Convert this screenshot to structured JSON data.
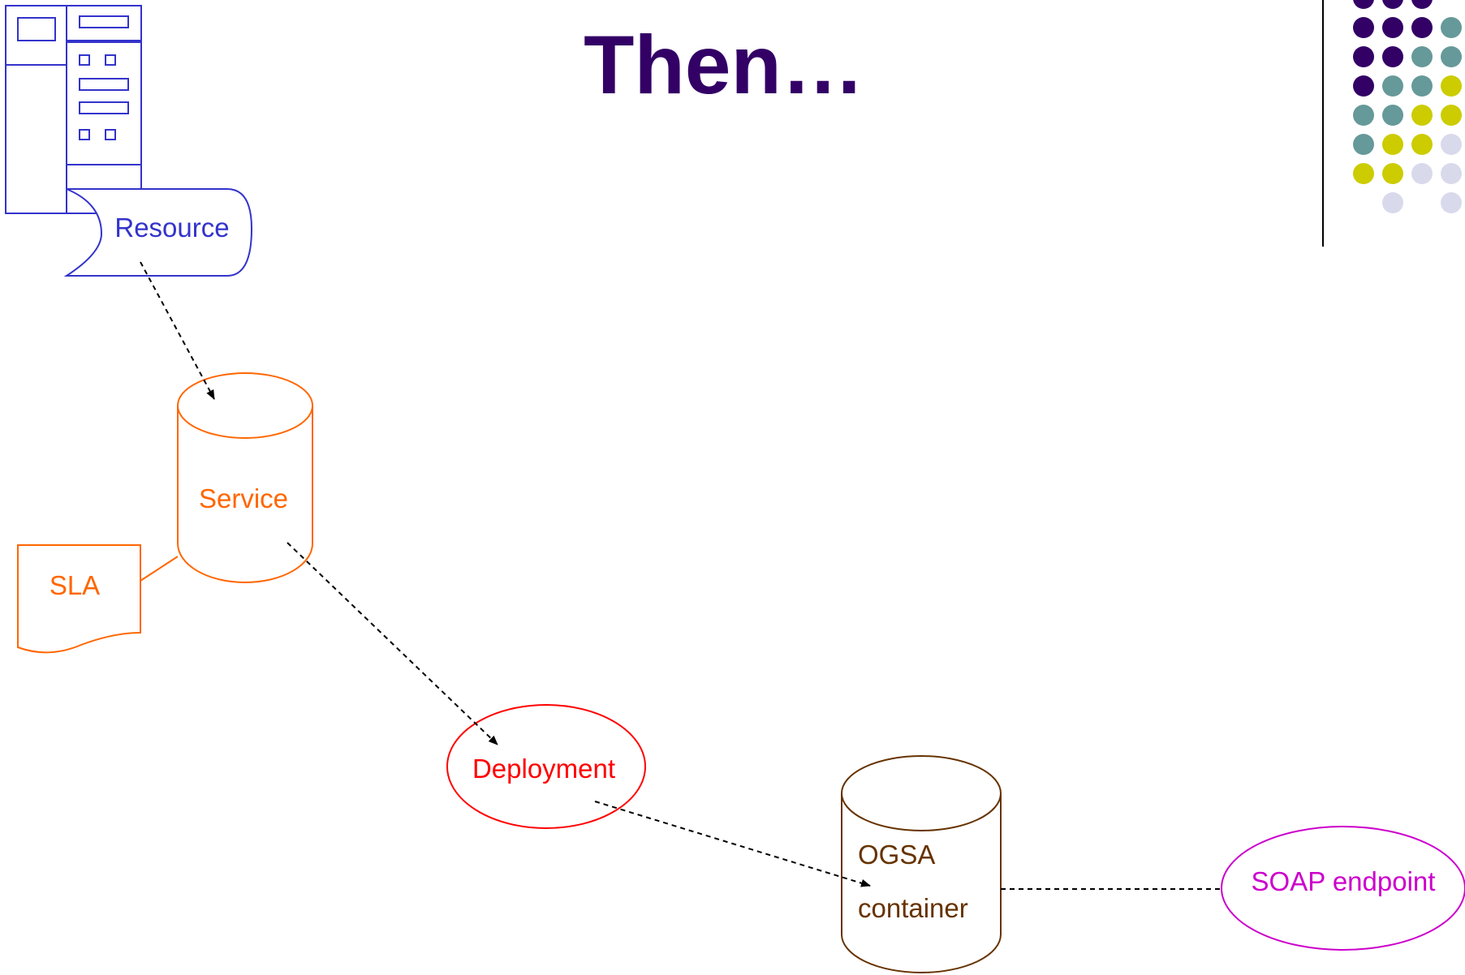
{
  "slide": {
    "title": "Then…"
  },
  "nodes": {
    "resource": {
      "label": "Resource"
    },
    "service": {
      "label": "Service"
    },
    "sla": {
      "label": "SLA"
    },
    "deployment": {
      "label": "Deployment"
    },
    "ogsa": {
      "label_line1": "OGSA",
      "label_line2": "container"
    },
    "soap": {
      "label": "SOAP endpoint"
    }
  },
  "colors": {
    "title": "#330066",
    "resource": "#3333cc",
    "service": "#ff6600",
    "deployment": "#ff0000",
    "ogsa": "#663300",
    "soap": "#cc00cc",
    "connector": "#000000",
    "dot_purple": "#330066",
    "dot_teal": "#669999",
    "dot_yellow": "#cccc00",
    "dot_lavender": "#d9d9ec"
  },
  "decoration": {
    "dot_grid": [
      [
        "purple",
        "purple",
        "purple",
        "none"
      ],
      [
        "purple",
        "purple",
        "purple",
        "teal"
      ],
      [
        "purple",
        "purple",
        "teal",
        "teal"
      ],
      [
        "purple",
        "teal",
        "teal",
        "yellow"
      ],
      [
        "teal",
        "teal",
        "yellow",
        "yellow"
      ],
      [
        "teal",
        "yellow",
        "yellow",
        "lavender"
      ],
      [
        "yellow",
        "yellow",
        "lavender",
        "lavender"
      ],
      [
        "none",
        "lavender",
        "none",
        "lavender"
      ]
    ]
  }
}
